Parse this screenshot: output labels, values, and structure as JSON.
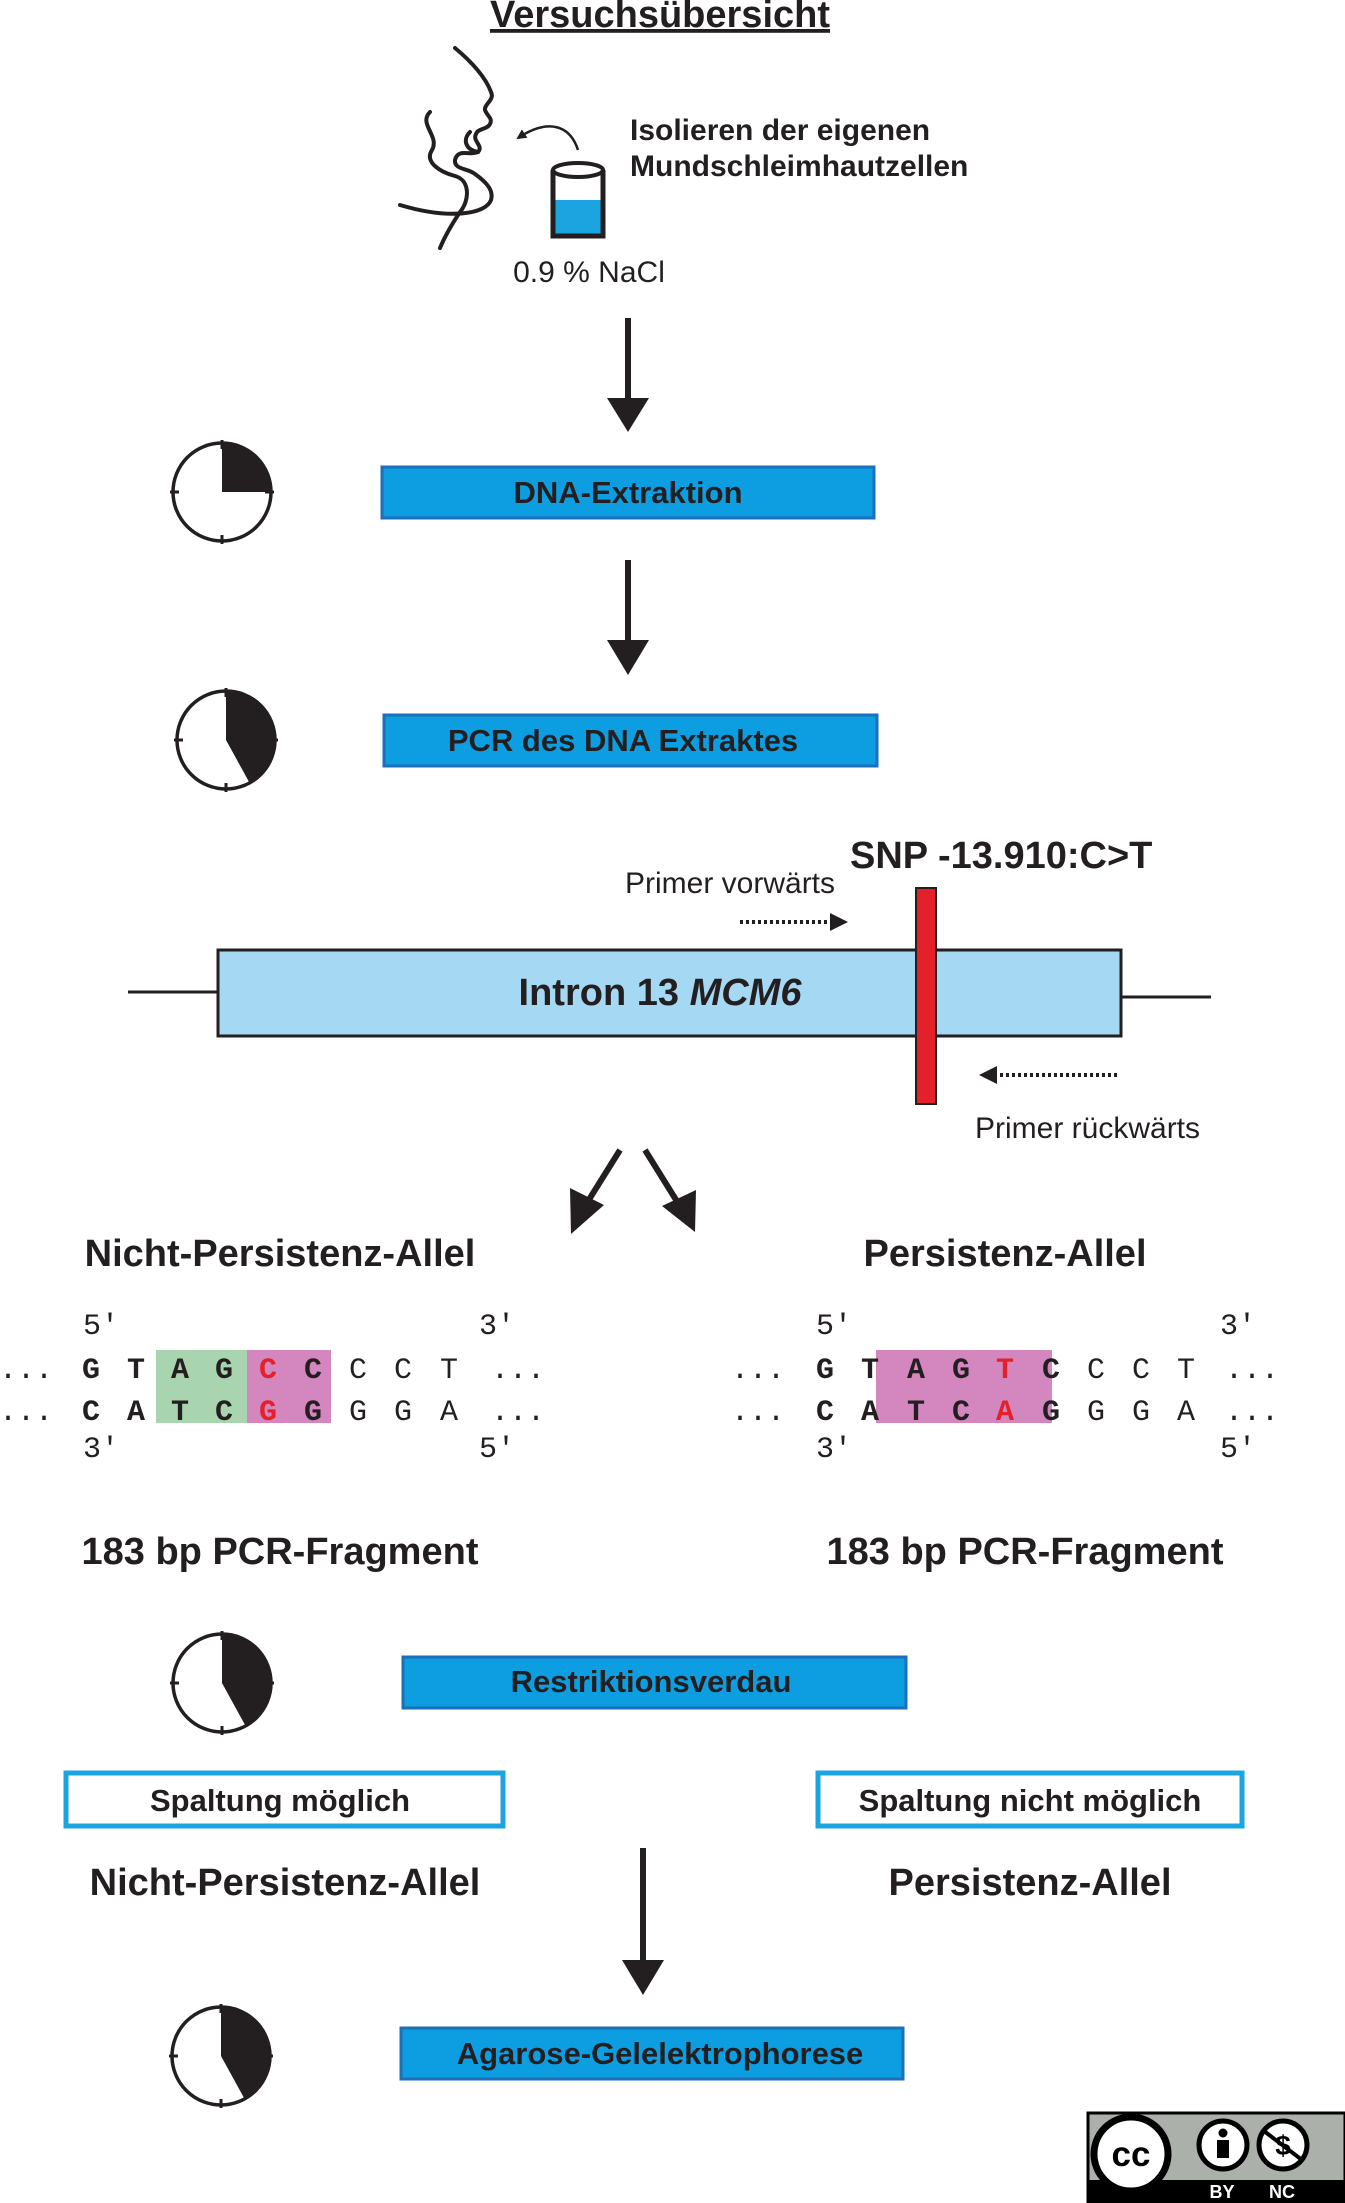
{
  "title": "Versuchsübersicht",
  "intro": {
    "label_line1": "Isolieren der eigenen",
    "label_line2": "Mundschleimhautzellen",
    "solution": "0.9 % NaCl"
  },
  "steps": {
    "extraction": {
      "label": "DNA-Extraktion",
      "clock_fraction": 0.25
    },
    "pcr": {
      "label": "PCR des DNA Extraktes",
      "clock_fraction": 0.42
    },
    "restriction": {
      "label": "Restriktionsverdau",
      "clock_fraction": 0.42
    },
    "electrophoresis": {
      "label": "Agarose-Gelelektrophorese",
      "clock_fraction": 0.42
    }
  },
  "gene": {
    "label": "Intron 13",
    "gene_name": "MCM6",
    "snp": "SNP -13.910:C>T",
    "primer_forward": "Primer vorwärts",
    "primer_reverse": "Primer rückwärts"
  },
  "alleles": {
    "non_persistence": {
      "name": "Nicht-Persistenz-Allel",
      "top_strand": [
        "...",
        "G",
        "T",
        "A",
        "G",
        "C",
        "C",
        "C",
        "C",
        "T",
        "..."
      ],
      "bottom_strand": [
        "...",
        "C",
        "A",
        "T",
        "C",
        "G",
        "G",
        "G",
        "G",
        "A",
        "..."
      ],
      "top_ends": [
        "5'",
        "3'"
      ],
      "bottom_ends": [
        "3'",
        "5'"
      ],
      "fragment": "183 bp PCR-Fragment",
      "cleavage": "Spaltung möglich",
      "result_label": "Nicht-Persistenz-Allel"
    },
    "persistence": {
      "name": "Persistenz-Allel",
      "top_strand": [
        "...",
        "G",
        "T",
        "A",
        "G",
        "T",
        "C",
        "C",
        "C",
        "T",
        "..."
      ],
      "bottom_strand": [
        "...",
        "C",
        "A",
        "T",
        "C",
        "A",
        "G",
        "G",
        "G",
        "A",
        "..."
      ],
      "top_ends": [
        "5'",
        "3'"
      ],
      "bottom_ends": [
        "3'",
        "5'"
      ],
      "fragment": "183 bp PCR-Fragment",
      "cleavage": "Spaltung nicht möglich",
      "result_label": "Persistenz-Allel"
    }
  },
  "license": {
    "cc": "cc",
    "by": "BY",
    "nc": "NC"
  },
  "colors": {
    "box_fill": "#0c9ee0",
    "box_outline": "#1d70b7",
    "gene_fill": "#a4d8f3",
    "snp_red": "#e4202a",
    "green_highlight": "#a8d5b0",
    "pink_highlight": "#d487be",
    "beaker_liquid": "#1ba4e0",
    "cleavage_border": "#1ba4e0",
    "text_dark": "#231f20"
  }
}
